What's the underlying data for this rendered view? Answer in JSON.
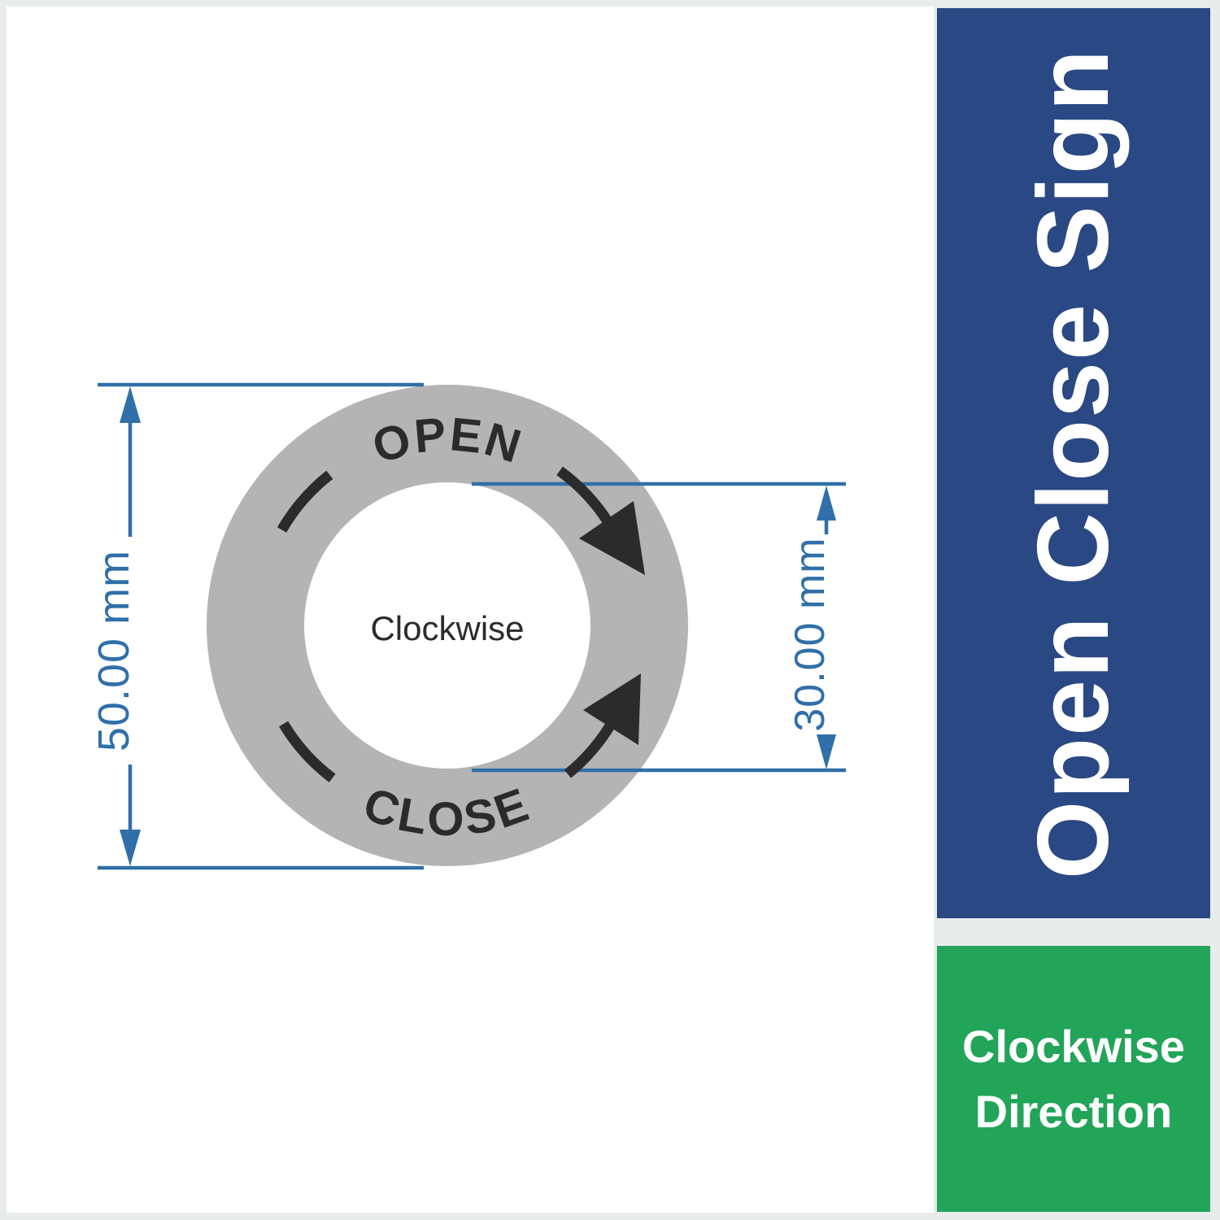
{
  "drawing": {
    "ring": {
      "open_label": "OPEN",
      "close_label": "CLOSE",
      "center_label": "Clockwise",
      "ring_color": "#b4b4b4",
      "hole_color": "#ffffff",
      "ink_color": "#2b2b2b"
    },
    "dimensions": {
      "outer_diameter_label": "50.00 mm",
      "inner_diameter_label": "30.00 mm",
      "line_color": "#306fa9"
    }
  },
  "sidebar": {
    "title": "Open Close Sign",
    "title_background": "#2a4883",
    "direction_badge": {
      "line1": "Clockwise",
      "line2": "Direction",
      "background": "#22a459"
    }
  }
}
